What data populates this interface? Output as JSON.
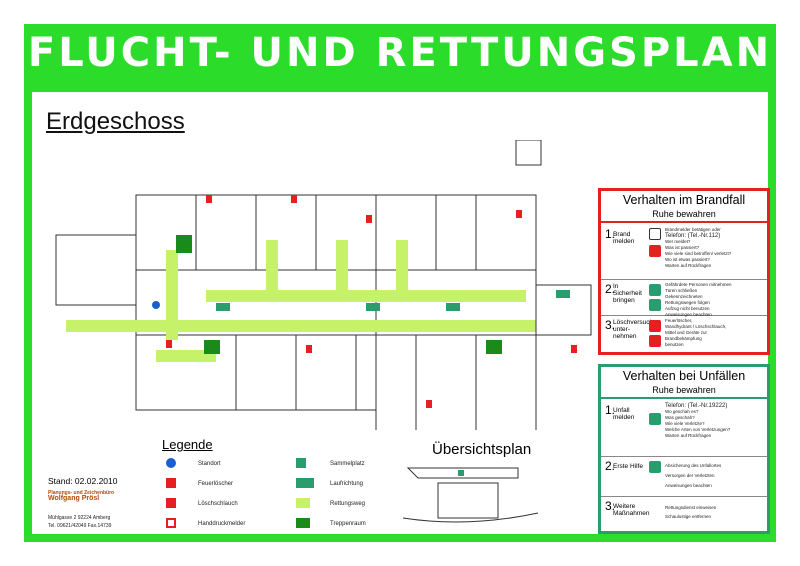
{
  "header": {
    "title": "FLUCHT- UND RETTUNGSPLAN"
  },
  "floor": "Erdgeschoss",
  "fire": {
    "title": "Verhalten im Brandfall",
    "subtitle": "Ruhe bewahren",
    "steps": [
      {
        "num": "1.",
        "label": "Brand melden",
        "lines": [
          "Brandmelder betätigen oder",
          "Telefon:  (Tel.-Nr.112)",
          "Wer meldet?",
          "Was ist passiert?",
          "Wie viele sind betroffen/ verletzt?",
          "Wo ist etwas passiert?",
          "Warten auf Rückfragen"
        ]
      },
      {
        "num": "2.",
        "label": "In Sicherheit bringen",
        "lines": [
          "Gefährdete Personen mitnehmen",
          "Türen schließen",
          "Gekennzeichneten",
          "Rettungswegen folgen",
          "Aufzug nicht benutzen",
          "Anweisungen beachten"
        ]
      },
      {
        "num": "3.",
        "label": "Löschversuch unter-nehmen",
        "lines": [
          "Feuerlöscher,",
          "Wandhydrant / Löschschlauch,",
          "Mittel und Geräte zur",
          "Brandbekämpfung",
          "benutzen"
        ]
      }
    ]
  },
  "accident": {
    "title": "Verhalten bei Unfällen",
    "subtitle": "Ruhe bewahren",
    "steps": [
      {
        "num": "1.",
        "label": "Unfall melden",
        "lines": [
          "Telefon:    (Tel.-Nr.19222)",
          "Wo geschah es?",
          "Was geschah?",
          "Wie viele Verletzte?",
          "Welche Arten von Verletzungen?",
          "Warten auf Rückfragen"
        ]
      },
      {
        "num": "2.",
        "label": "Erste Hilfe",
        "lines": [
          "Absicherung des Unfallortes",
          "Versorgen der Verletzten",
          "Anweisungen beachten"
        ]
      },
      {
        "num": "3.",
        "label": "Weitere Maßnahmen",
        "lines": [
          "Rettungsdienst einweisen",
          "Schaulustige entfernen"
        ]
      }
    ]
  },
  "legend": {
    "title": "Legende",
    "items": [
      {
        "label": "Standort",
        "icon": "standort-icon",
        "color": "#1a5fd1"
      },
      {
        "label": "Feuerlöscher",
        "icon": "extinguisher-icon",
        "color": "#e62020"
      },
      {
        "label": "Löschschlauch",
        "icon": "hose-icon",
        "color": "#e62020"
      },
      {
        "label": "Handdruckmelder",
        "icon": "alarm-icon",
        "color": "#e62020"
      },
      {
        "label": "Sammelplatz",
        "icon": "assembly-point-icon",
        "color": "#2a9d6e"
      },
      {
        "label": "Laufrichtung",
        "icon": "direction-icon",
        "color": "#2a9d6e"
      },
      {
        "label": "Rettungsweg",
        "icon": "escape-route-icon",
        "color": "#c6f26a"
      },
      {
        "label": "Treppenraum",
        "icon": "staircase-icon",
        "color": "#1a8a1a"
      }
    ]
  },
  "overview": {
    "title": "Übersichtsplan"
  },
  "footer": {
    "stand": "Stand:  02.02.2010",
    "company_line1": "Planungs- und Zeichenbüro",
    "company_line2": "Wolfgang Prösl",
    "address": "Mühlgasse 2    92224 Amberg",
    "phone": "Tel. 09621/42049  Fax.14739"
  },
  "colors": {
    "accent": "#2bdc2b",
    "fire": "#e62020",
    "rescue": "#2a9d6e",
    "route": "#c6f26a"
  }
}
